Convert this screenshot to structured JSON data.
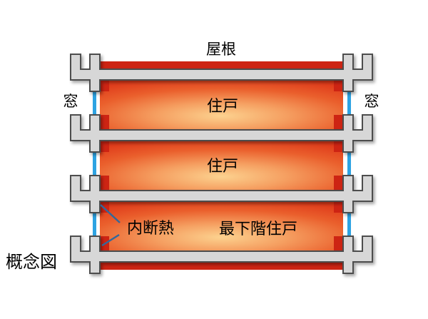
{
  "figure": {
    "caption": "概念図",
    "labels": {
      "roof": "屋根",
      "window_left": "窓",
      "window_right": "窓",
      "insulation": "内断熱"
    },
    "rooms": [
      {
        "label": "住戸"
      },
      {
        "label": "住戸"
      },
      {
        "label": "最下階住戸"
      }
    ],
    "colors": {
      "insulation_red": "#CD2413",
      "window_blue": "#2EA3E2",
      "concrete_fill": "#D7D7D7",
      "concrete_outline": "#4D4D4D",
      "room_gradient_center": "#FCD28F",
      "room_gradient_edge": "#DF3A1A",
      "leader_line": "#33689B",
      "text": "#000000",
      "background": "#FFFFFF"
    }
  }
}
